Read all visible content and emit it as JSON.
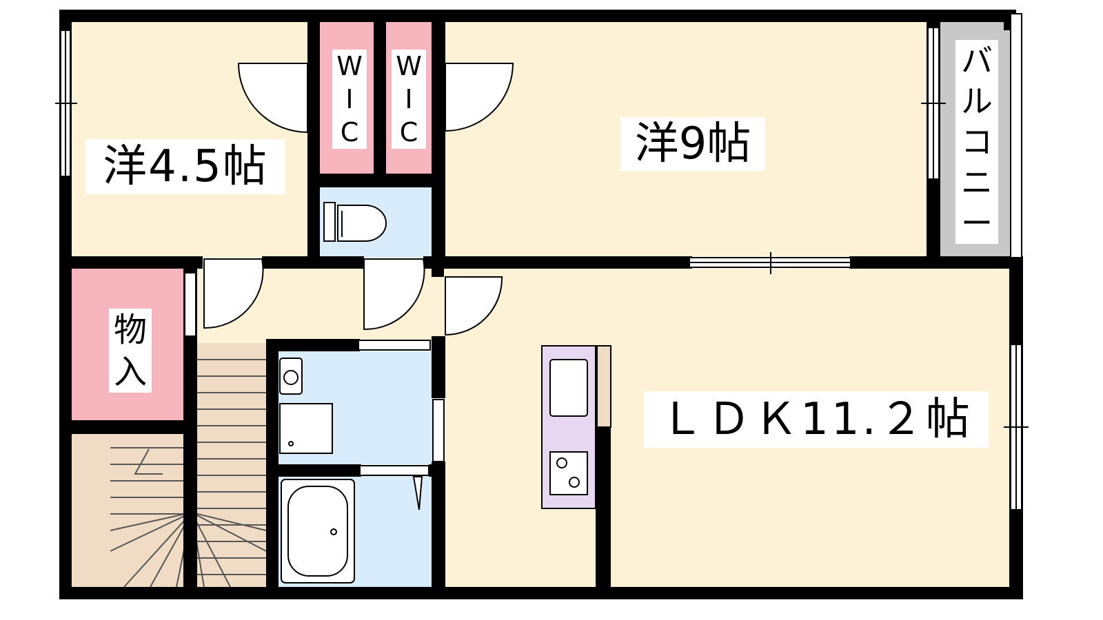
{
  "rooms": {
    "western_small": "洋4.5帖",
    "western_large": "洋9帖",
    "ldk": "ＬＤＫ11.２帖",
    "storage_chars": [
      "物",
      "入"
    ],
    "balcony_chars": [
      "バ",
      "ル",
      "コ",
      "ニ",
      "ー"
    ],
    "wic_left_chars": [
      "W",
      "I",
      "C"
    ],
    "wic_right_chars": [
      "W",
      "I",
      "C"
    ]
  },
  "colors": {
    "wall": "#000000",
    "western_room": "#fdf2d6",
    "closet": "#f7b6be",
    "wet_area": "#d9ecfb",
    "stairs": "#f0dcc4",
    "balcony": "#c8c8c8",
    "kitchen": "#e7d8f2"
  }
}
